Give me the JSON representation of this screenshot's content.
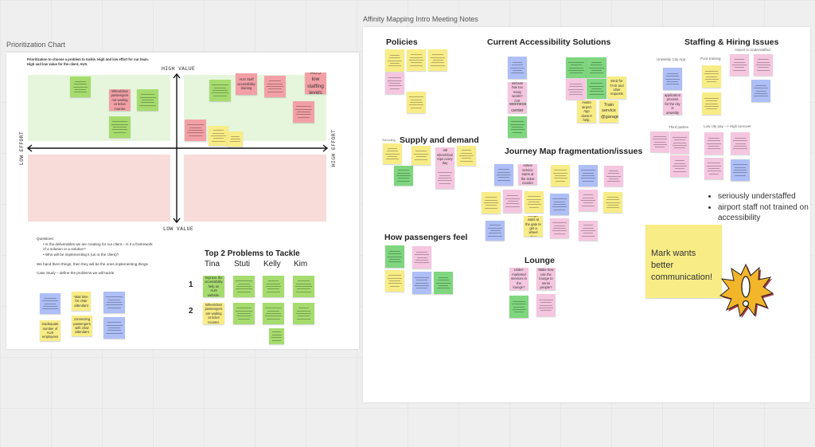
{
  "colors": {
    "yellow": "#f8ec86",
    "green": "#a6dc6e",
    "dkgreen": "#7fd67e",
    "pink": "#f5c6df",
    "blue": "#aebef6",
    "red": "#f2a0a6",
    "quad_green": "#e6f6dc",
    "quad_red": "#f7dcda"
  },
  "left": {
    "frame_title": "Prioritization Chart",
    "intro": "Prioritization to choose a problem to tackle. High and low effort for our team. High and low value for the client, AUS.",
    "axes": {
      "top": "HIGH VALUE",
      "bottom": "LOW VALUE",
      "left": "LOW EFFORT",
      "right": "HIGH EFFORT"
    },
    "questions_heading": "Questions:",
    "questions": [
      "Is the deliverables we are creating for our client – is it a framework of a solution or a solution?",
      "Who will be implementing it (us or the client)?"
    ],
    "handoff": "We hand them things, then they will be the ones implementing things",
    "case_study": "Case Study – define the problems we will tackle",
    "top2": {
      "title": "Top 2 Problems to Tackle",
      "names": [
        "Tina",
        "Stuti",
        "Kelly",
        "Kim"
      ],
      "rows": [
        "1",
        "2"
      ]
    },
    "notes": [
      {
        "c": "green",
        "t": ""
      },
      {
        "c": "red",
        "t": "Wheelchair passengers not waiting at ticket counter"
      },
      {
        "c": "green",
        "t": ""
      },
      {
        "c": "green",
        "t": ""
      },
      {
        "c": "green",
        "t": ""
      },
      {
        "c": "red",
        "t": "AUS Staff accessibility training"
      },
      {
        "c": "red",
        "t": ""
      },
      {
        "c": "red",
        "t": "AUS low staffing levels"
      },
      {
        "c": "red",
        "t": ""
      },
      {
        "c": "red",
        "t": ""
      },
      {
        "c": "yellow",
        "t": ""
      },
      {
        "c": "yellow",
        "t": ""
      },
      {
        "c": "blue",
        "t": ""
      },
      {
        "c": "yellow",
        "t": "Wait time for chair attendant"
      },
      {
        "c": "blue",
        "t": ""
      },
      {
        "c": "yellow",
        "t": "Inadequate number of AUS employees"
      },
      {
        "c": "yellow",
        "t": "connecting passengers with chair attendant"
      },
      {
        "c": "blue",
        "t": ""
      },
      {
        "c": "green",
        "t": "Improve the accessibility help on AUS website."
      },
      {
        "c": "green",
        "t": ""
      },
      {
        "c": "green",
        "t": ""
      },
      {
        "c": "green",
        "t": ""
      },
      {
        "c": "yellow",
        "t": "Wheelchair passengers are waiting at ticket counter."
      },
      {
        "c": "green",
        "t": ""
      },
      {
        "c": "green",
        "t": ""
      },
      {
        "c": "green",
        "t": ""
      },
      {
        "c": "green",
        "t": ""
      }
    ]
  },
  "right": {
    "frame_title": "Affinity Mapping Intro Meeting Notes",
    "headings": {
      "policies": "Policies",
      "cas": "Current Accessibility Solutions",
      "staffing": "Staffing & Hiring Issues",
      "supply": "Supply and demand",
      "journey": "Journey Map fragmentation/issues",
      "feel": "How passengers feel",
      "lounge": "Lounge"
    },
    "labels": {
      "airport_understaffed": "Airport is Understaffed",
      "city_app": "Unwieldy City App",
      "poor_training": "Poor training",
      "third_parties": "Third parties",
      "low_pay": "Low city pay --> High turnover",
      "schooling": "Schooling"
    },
    "bullets": [
      "seriously understaffed",
      "airport staff not trained on accessibility"
    ],
    "callout": "Mark wants better communication!",
    "notes": [
      {
        "c": "yellow",
        "t": ""
      },
      {
        "c": "yellow",
        "t": ""
      },
      {
        "c": "yellow",
        "t": ""
      },
      {
        "c": "pink",
        "t": ""
      },
      {
        "c": "yellow",
        "t": ""
      },
      {
        "c": "blue",
        "t": ""
      },
      {
        "c": "pink",
        "t": "AMA website has too many words? (UX writing)"
      },
      {
        "c": "pink",
        "t": "wellness center"
      },
      {
        "c": "dkgreen",
        "t": ""
      },
      {
        "c": "dkgreen",
        "t": ""
      },
      {
        "c": "dkgreen",
        "t": ""
      },
      {
        "c": "pink",
        "t": ""
      },
      {
        "c": "dkgreen",
        "t": ""
      },
      {
        "c": "yellow",
        "t": "MAD for TAXI and Uber requests"
      },
      {
        "c": "yellow",
        "t": "Austin airport App doesn't help."
      },
      {
        "c": "yellow",
        "t": "Train service @garage"
      },
      {
        "c": "blue",
        "t": ""
      },
      {
        "c": "pink",
        "t": "application process for the city is unwieldy"
      },
      {
        "c": "yellow",
        "t": ""
      },
      {
        "c": "yellow",
        "t": ""
      },
      {
        "c": "pink",
        "t": ""
      },
      {
        "c": "pink",
        "t": ""
      },
      {
        "c": "blue",
        "t": ""
      },
      {
        "c": "pink",
        "t": ""
      },
      {
        "c": "pink",
        "t": ""
      },
      {
        "c": "pink",
        "t": ""
      },
      {
        "c": "pink",
        "t": ""
      },
      {
        "c": "pink",
        "t": ""
      },
      {
        "c": "pink",
        "t": ""
      },
      {
        "c": "blue",
        "t": ""
      },
      {
        "c": "yellow",
        "t": ""
      },
      {
        "c": "dkgreen",
        "t": ""
      },
      {
        "c": "yellow",
        "t": ""
      },
      {
        "c": "pink",
        "t": "-ish wheelchair trips every day"
      },
      {
        "c": "pink",
        "t": ""
      },
      {
        "c": "yellow",
        "t": ""
      },
      {
        "c": "blue",
        "t": ""
      },
      {
        "c": "pink",
        "t": "Airline service starts at the ticket counter"
      },
      {
        "c": "yellow",
        "t": ""
      },
      {
        "c": "blue",
        "t": ""
      },
      {
        "c": "pink",
        "t": ""
      },
      {
        "c": "yellow",
        "t": ""
      },
      {
        "c": "pink",
        "t": ""
      },
      {
        "c": "yellow",
        "t": ""
      },
      {
        "c": "blue",
        "t": ""
      },
      {
        "c": "pink",
        "t": ""
      },
      {
        "c": "yellow",
        "t": ""
      },
      {
        "c": "blue",
        "t": ""
      },
      {
        "c": "yellow",
        "t": "Longer waits at the gate to get a wheel chair"
      },
      {
        "c": "pink",
        "t": ""
      },
      {
        "c": "pink",
        "t": ""
      },
      {
        "c": "dkgreen",
        "t": ""
      },
      {
        "c": "pink",
        "t": ""
      },
      {
        "c": "yellow",
        "t": ""
      },
      {
        "c": "blue",
        "t": ""
      },
      {
        "c": "dkgreen",
        "t": ""
      },
      {
        "c": "pink",
        "t": "Under-marketed services in the lounge?"
      },
      {
        "c": "pink",
        "t": "Make how use the lounge to serve people?"
      },
      {
        "c": "dkgreen",
        "t": ""
      },
      {
        "c": "pink",
        "t": ""
      }
    ]
  }
}
